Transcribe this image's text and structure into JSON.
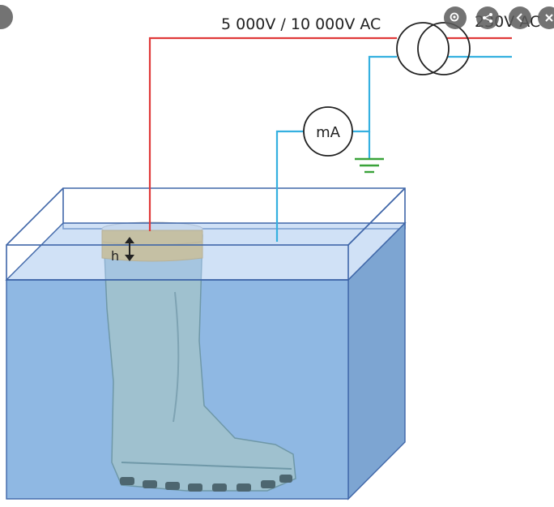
{
  "labels": {
    "test_voltage": "5 000V / 10 000V AC",
    "supply_voltage": "230V AC",
    "meter": "mA",
    "height_marker": "h"
  },
  "icons": {
    "left_control": "circle-icon",
    "lens": "lens-search-icon",
    "share": "share-icon",
    "more": "more-icon",
    "close": "close-icon"
  },
  "colors": {
    "high_voltage_wire": "#e03a3a",
    "low_voltage_wire": "#35b0e0",
    "ground": "#3aa33a",
    "water": "#8fb8e3",
    "water_top": "#a9c9ee",
    "tank_edge": "#3f66a8",
    "boot": "#9fc1cf",
    "boot_band": "#e6b54a"
  }
}
